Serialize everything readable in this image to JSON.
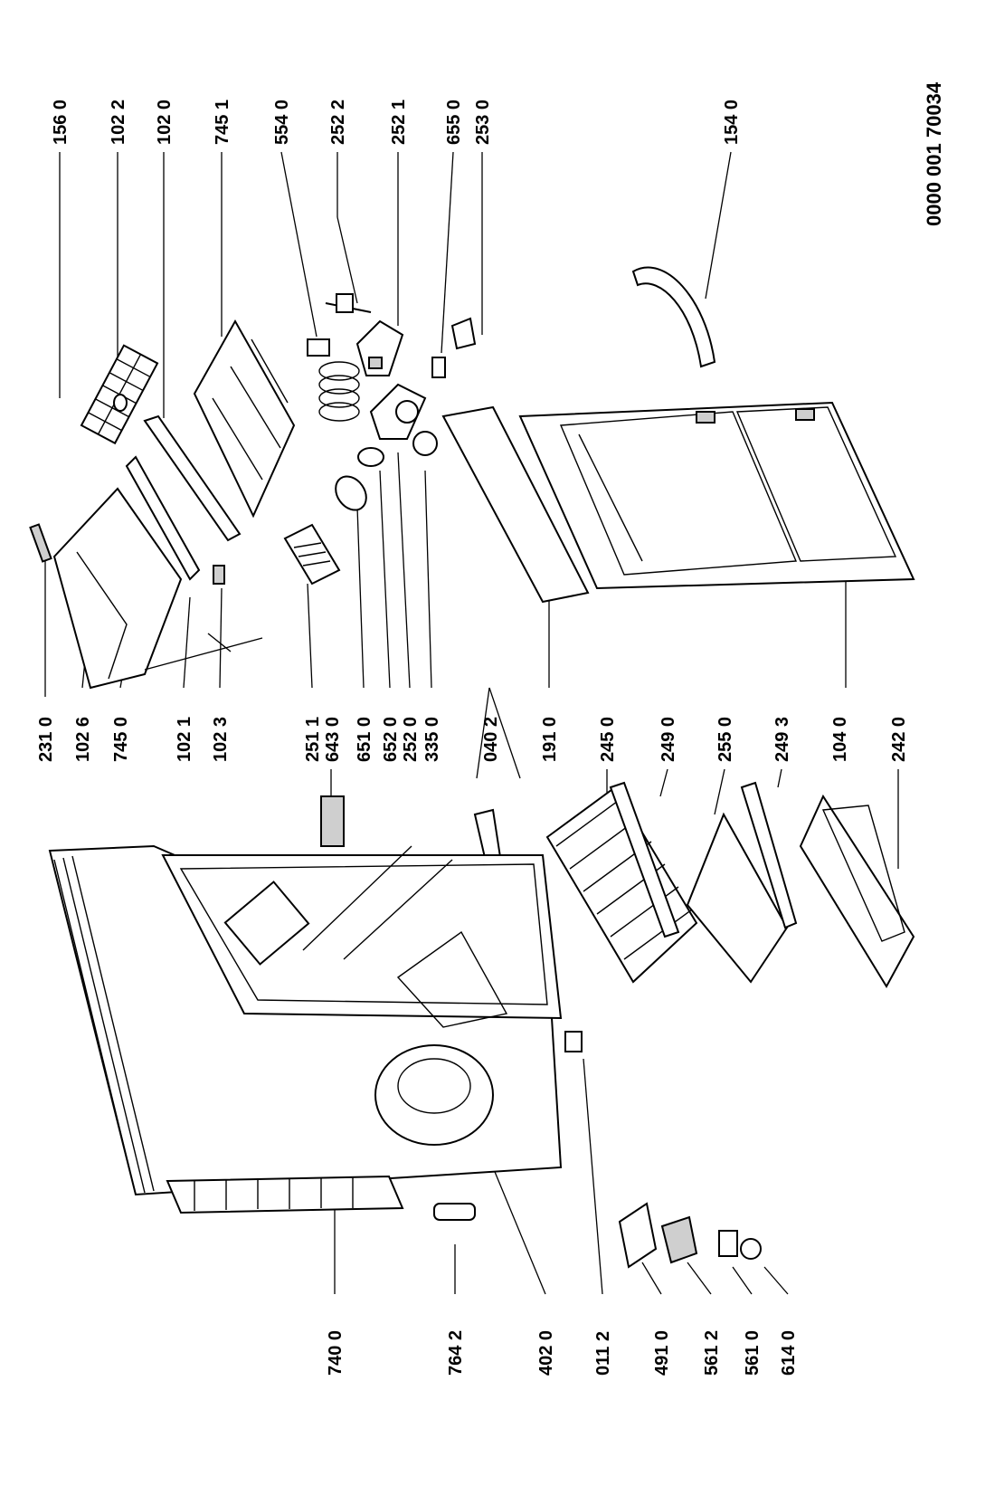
{
  "diagram": {
    "document_code": "0000 001 70034",
    "top_labels": [
      "156 0",
      "102 2",
      "102 0",
      "745 1",
      "554 0",
      "252 2",
      "252 1",
      "655 0",
      "253 0",
      "154 0"
    ],
    "middle_labels": [
      "231 0",
      "102 6",
      "745 0",
      "102 1",
      "102 3",
      "251 1",
      "643 0",
      "651 0",
      "652 0",
      "252 0",
      "335 0",
      "040 2",
      "191 0",
      "245 0",
      "249 0",
      "255 0",
      "249 3",
      "104 0",
      "242 0"
    ],
    "bottom_labels": [
      "740 0",
      "764 2",
      "402 0",
      "011 2",
      "491 0",
      "561 2",
      "561 0",
      "614 0"
    ]
  }
}
